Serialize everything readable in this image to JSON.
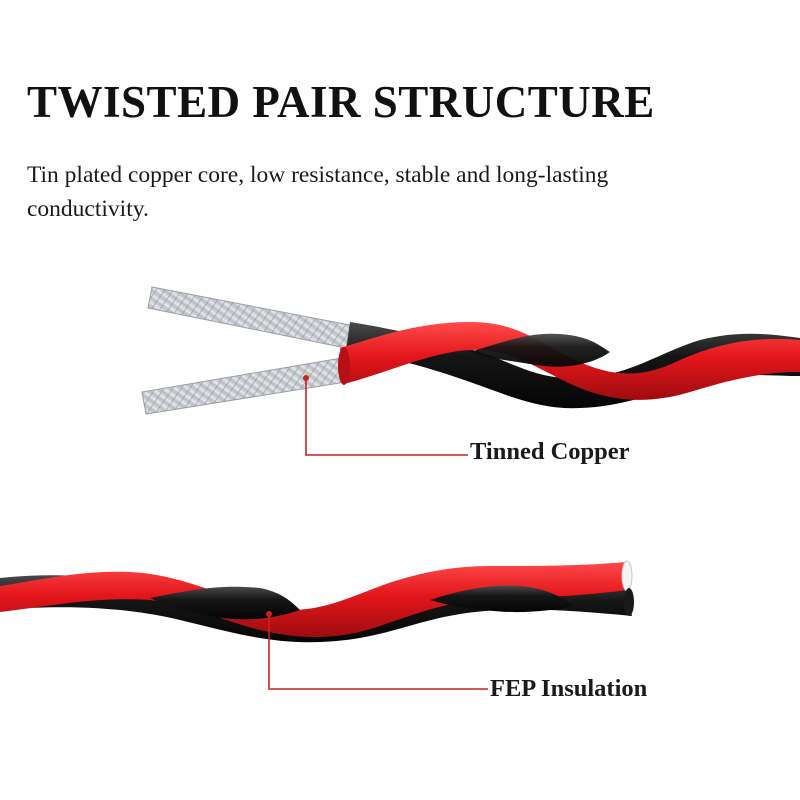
{
  "title": "TWISTED PAIR STRUCTURE",
  "description": "Tin plated copper core, low resistance, stable and long-lasting conductivity.",
  "callouts": {
    "copper": "Tinned Copper",
    "insulation": "FEP Insulation"
  },
  "colors": {
    "red_wire": "#e3161b",
    "black_wire": "#141414",
    "tinned_copper": "#c9cccf",
    "callout_line": "#cc1f1f"
  }
}
